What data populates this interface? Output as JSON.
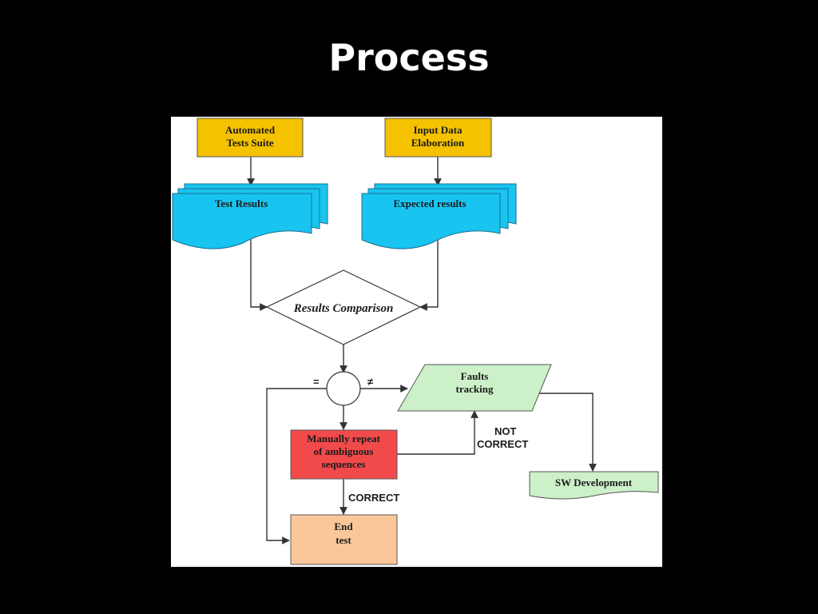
{
  "slide": {
    "title": "Process",
    "background": "#000000",
    "title_color": "#ffffff"
  },
  "diagram": {
    "nodes": {
      "automated_tests": {
        "lines": [
          "Automated",
          "Tests Suite"
        ],
        "shape": "rectangle",
        "color": "#f5c200"
      },
      "input_data": {
        "lines": [
          "Input Data",
          "Elaboration"
        ],
        "shape": "rectangle",
        "color": "#f5c200"
      },
      "test_results": {
        "lines": [
          "Test Results"
        ],
        "shape": "multi-document",
        "color": "#18c4f0"
      },
      "expected_results": {
        "lines": [
          "Expected results"
        ],
        "shape": "multi-document",
        "color": "#18c4f0"
      },
      "results_comparison": {
        "lines": [
          "Results Comparison"
        ],
        "shape": "diamond",
        "color": "#ffffff"
      },
      "decision_junction": {
        "lines": [],
        "shape": "circle",
        "color": "#ffffff"
      },
      "faults_tracking": {
        "lines": [
          "Faults",
          "tracking"
        ],
        "shape": "parallelogram",
        "color": "#ccf0c8"
      },
      "manually_repeat": {
        "lines": [
          "Manually repeat",
          "of ambiguous",
          "sequences"
        ],
        "shape": "rectangle",
        "color": "#f24a4a"
      },
      "sw_development": {
        "lines": [
          "SW Development"
        ],
        "shape": "document",
        "color": "#ccf0c8"
      },
      "end_test": {
        "lines": [
          "End",
          "test"
        ],
        "shape": "rectangle",
        "color": "#fbc79a"
      }
    },
    "edge_labels": {
      "equal": "=",
      "not_equal": "≠",
      "not_correct": [
        "NOT",
        "CORRECT"
      ],
      "correct": "CORRECT"
    }
  }
}
